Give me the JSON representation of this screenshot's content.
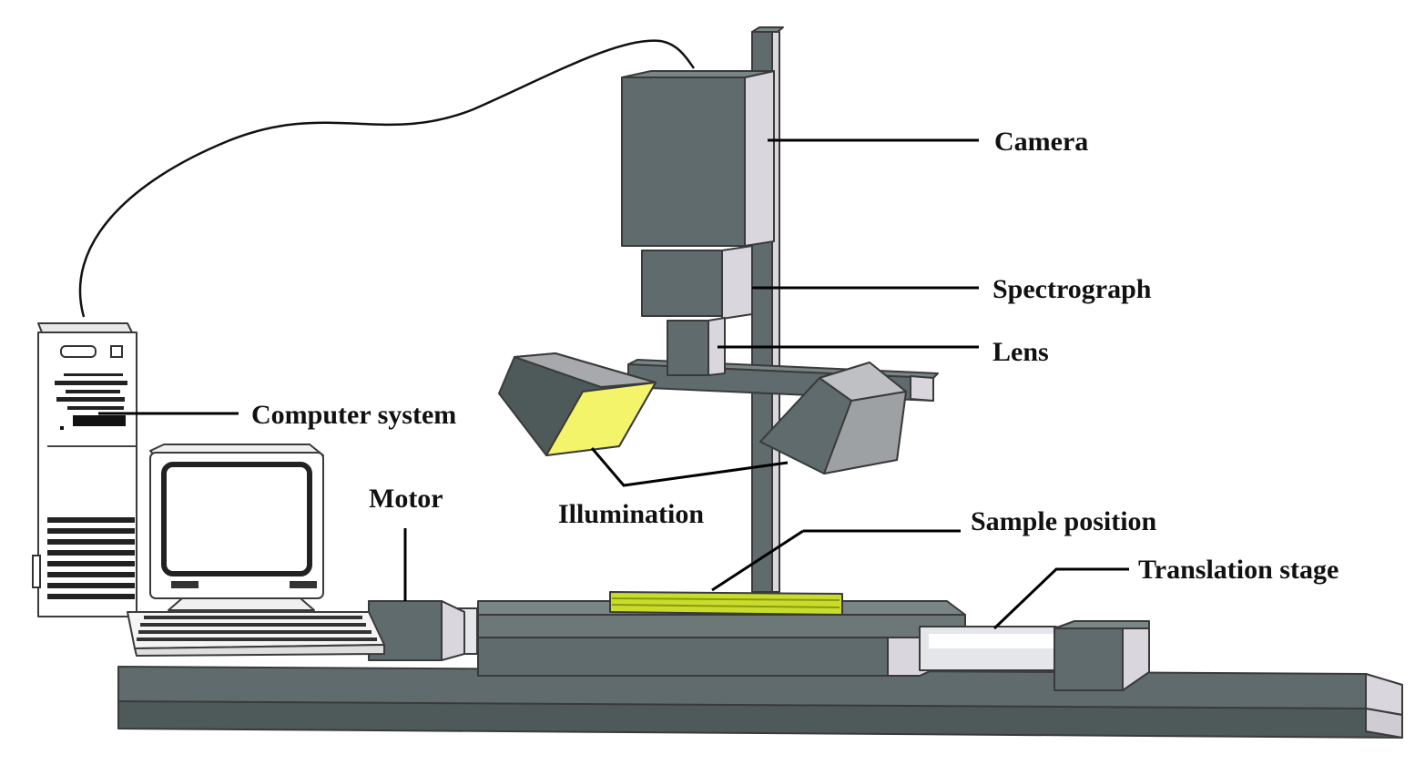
{
  "labels": {
    "camera": "Camera",
    "spectrograph": "Spectrograph",
    "lens": "Lens",
    "computer_system": "Computer system",
    "illumination": "Illumination",
    "motor": "Motor",
    "sample_position": "Sample position",
    "translation_stage": "Translation stage"
  },
  "colors": {
    "dark_gray": "#5f6b6c",
    "light_face": "#d9d6de",
    "sample_yellow_green": "#c8dc2c",
    "illumination_yellow": "#f4f46a",
    "base_top": "#7a8585"
  }
}
